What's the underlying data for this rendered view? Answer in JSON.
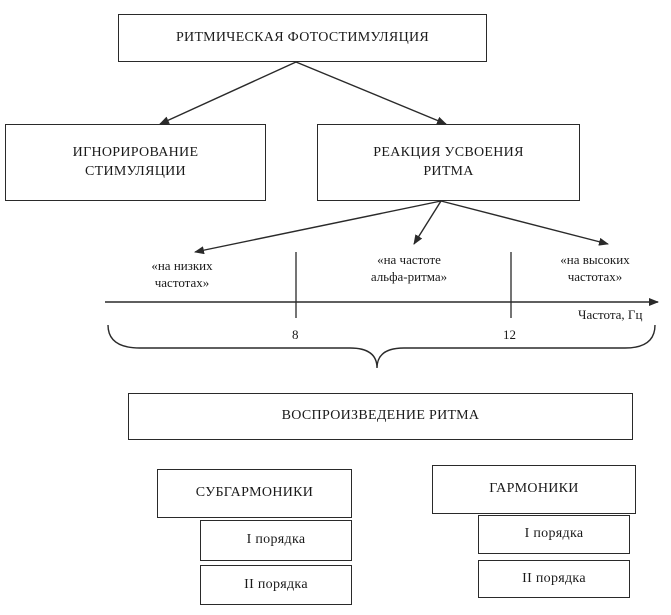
{
  "diagram": {
    "top": "РИТМИЧЕСКАЯ ФОТОСТИМУЛЯЦИЯ",
    "left_l1": "ИГНОРИРОВАНИЕ",
    "left_l2": "СТИМУЛЯЦИИ",
    "right_l1": "РЕАКЦИЯ УСВОЕНИЯ",
    "right_l2": "РИТМА",
    "low_l1": "«на низких",
    "low_l2": "частотах»",
    "alpha_l1": "«на частоте",
    "alpha_l2": "альфа-ритма»",
    "high_l1": "«на высоких",
    "high_l2": "частотах»",
    "axis_label": "Частота, Гц",
    "tick_8": "8",
    "tick_12": "12",
    "reproduction": "ВОСПРОИЗВЕДЕНИЕ РИТМА",
    "subharmonics": "СУБГАРМОНИКИ",
    "harmonics": "ГАРМОНИКИ",
    "sub_order1": "I порядка",
    "sub_order2": "II порядка",
    "harm_order1": "I порядка",
    "harm_order2": "II порядка"
  }
}
